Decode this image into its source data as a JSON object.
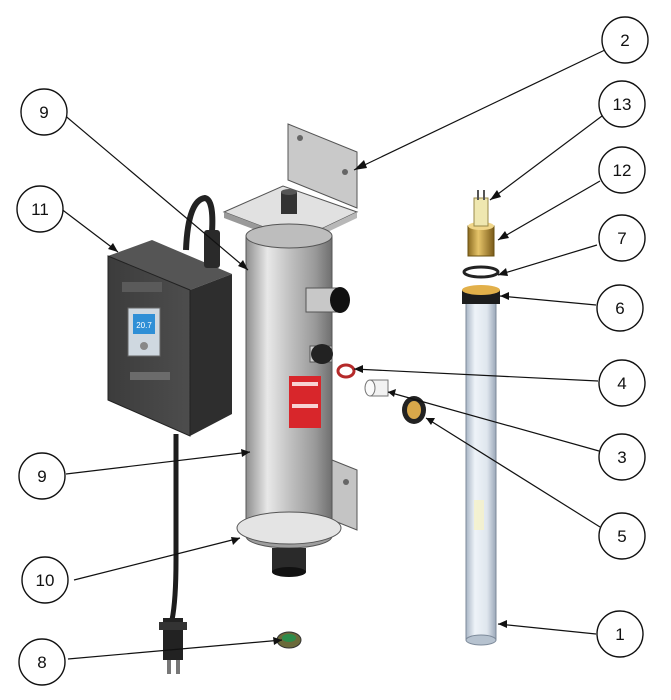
{
  "diagram": {
    "parts": [
      {
        "id": "uv-lamp",
        "label": "1"
      },
      {
        "id": "mounting-bracket",
        "label": "2"
      },
      {
        "id": "port-plug",
        "label": "3"
      },
      {
        "id": "oring-small",
        "label": "4"
      },
      {
        "id": "cap-nut",
        "label": "5"
      },
      {
        "id": "quartz-nut",
        "label": "6"
      },
      {
        "id": "oring-quartz",
        "label": "7"
      },
      {
        "id": "bottom-cap",
        "label": "8"
      },
      {
        "id": "chamber-top",
        "label": "9"
      },
      {
        "id": "chamber-body",
        "label": "9"
      },
      {
        "id": "base-plate",
        "label": "10"
      },
      {
        "id": "controller",
        "label": "11"
      },
      {
        "id": "lamp-socket",
        "label": "12"
      },
      {
        "id": "lamp-pins",
        "label": "13"
      }
    ]
  }
}
